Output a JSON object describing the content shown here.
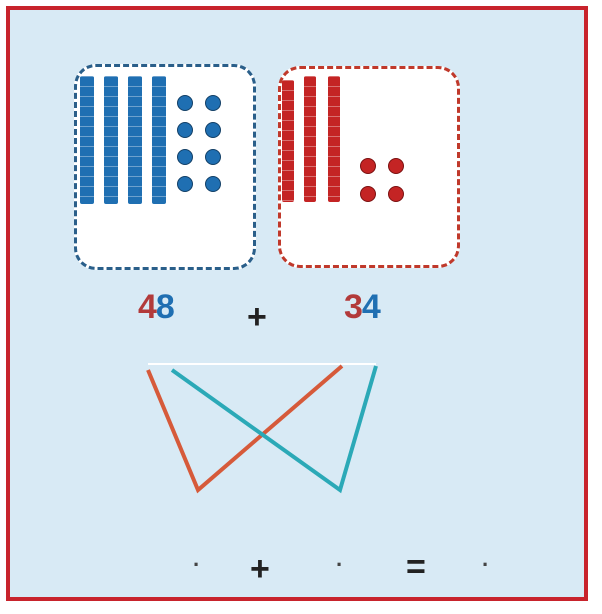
{
  "diagram": {
    "first_number": {
      "tens": "4",
      "ones": "8",
      "tens_color": "#b23a3a",
      "ones_color": "#1f6fb2"
    },
    "second_number": {
      "tens": "3",
      "ones": "4",
      "tens_color": "#b23a3a",
      "ones_color": "#1f6fb2"
    },
    "plus_sign": "+",
    "equation": {
      "blank_a": "·",
      "plus": "+",
      "blank_b": "·",
      "equals": "=",
      "blank_c": "·"
    },
    "colors": {
      "blue": "#1f6fb2",
      "red": "#c42424",
      "frame": "#c8232c",
      "background": "#d8eaf5",
      "line_orange": "#d65a3a",
      "line_teal": "#2ba9b7"
    }
  }
}
